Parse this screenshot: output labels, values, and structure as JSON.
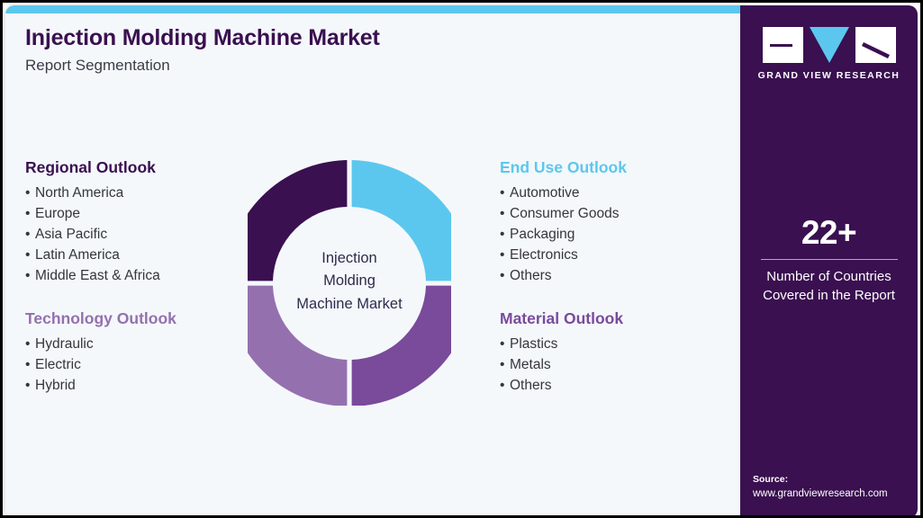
{
  "header": {
    "title": "Injection Molding Machine Market",
    "subtitle": "Report Segmentation"
  },
  "colors": {
    "brand_dark_purple": "#3A1050",
    "accent_cyan": "#5CC7EE",
    "medium_purple": "#7A4A9B",
    "light_purple": "#9570AF",
    "panel_background": "#F4F8FB",
    "frame_border": "#000000"
  },
  "segments": {
    "regional": {
      "heading": "Regional Outlook",
      "color": "#3A1050",
      "items": [
        "North America",
        "Europe",
        "Asia Pacific",
        "Latin America",
        "Middle East & Africa"
      ]
    },
    "technology": {
      "heading": "Technology Outlook",
      "color": "#9570AF",
      "items": [
        "Hydraulic",
        "Electric",
        "Hybrid"
      ]
    },
    "end_use": {
      "heading": "End Use Outlook",
      "color": "#5CC7EE",
      "items": [
        "Automotive",
        "Consumer Goods",
        "Packaging",
        "Electronics",
        "Others"
      ]
    },
    "material": {
      "heading": "Material Outlook",
      "color": "#7A4A9B",
      "items": [
        "Plastics",
        "Metals",
        "Others"
      ]
    }
  },
  "bullet_char": "•",
  "chart_data": {
    "type": "pie",
    "title": "Injection Molding Machine Market",
    "subtype": "donut",
    "center_label_lines": [
      "Injection",
      "Molding",
      "Machine Market"
    ],
    "categories": [
      "End Use Outlook",
      "Material Outlook",
      "Technology Outlook",
      "Regional Outlook"
    ],
    "values": [
      25,
      25,
      25,
      25
    ],
    "colors": [
      "#5CC7EE",
      "#7A4A9B",
      "#9570AF",
      "#3A1050"
    ],
    "legend": "none",
    "grid": false,
    "notes": "Four equal quadrant segments; top-right cyan = End Use, bottom-right medium purple = Material, bottom-left light purple = Technology, top-left dark purple = Regional"
  },
  "sidebar": {
    "logo": {
      "wordmark": "GRAND VIEW RESEARCH",
      "mark_letters": "GVR"
    },
    "stat": {
      "value": "22+",
      "caption_line1": "Number of Countries",
      "caption_line2": "Covered in the Report"
    },
    "source": {
      "label": "Source:",
      "url": "www.grandviewresearch.com"
    }
  }
}
